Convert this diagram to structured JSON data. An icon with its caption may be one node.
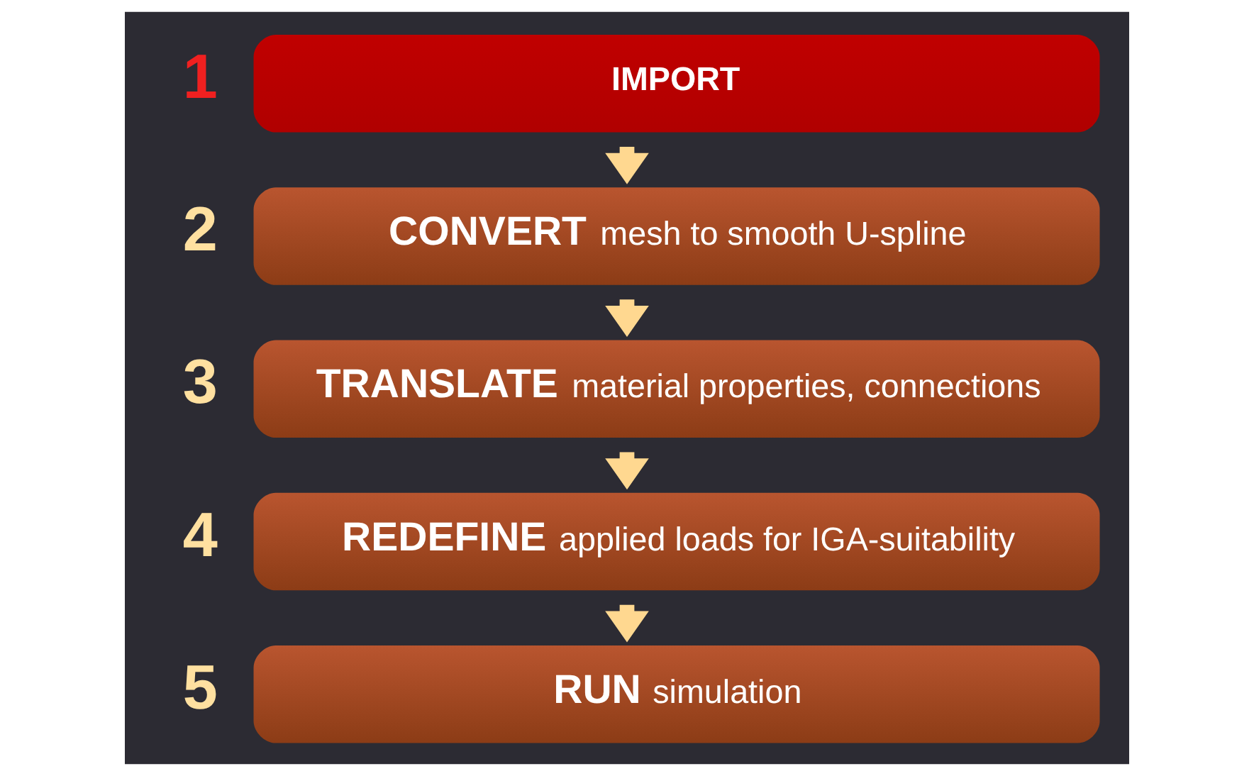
{
  "diagram": {
    "nodes": [
      {
        "text": [
          "IMPORT"
        ],
        "beside": [
          "1"
        ]
      },
      {
        "text": [
          "**CONVERT** mesh to smooth U-spline"
        ],
        "beside": [
          "2"
        ]
      },
      {
        "text": [
          "**TRANSLATE** material properties, connections"
        ],
        "beside": [
          "3"
        ]
      },
      {
        "text": [
          "**REDEFINE** applied loads for IGA-suitability"
        ],
        "beside": [
          "4"
        ]
      },
      {
        "text": [
          "**RUN** simulation"
        ],
        "beside": [
          "5"
        ]
      }
    ],
    "edges": [
      {
        "from": 0,
        "to": 1,
        "arrow": "to"
      },
      {
        "from": 1,
        "to": 2,
        "arrow": "to"
      },
      {
        "from": 2,
        "to": 3,
        "arrow": "to"
      },
      {
        "from": 3,
        "to": 4,
        "arrow": "to"
      }
    ]
  }
}
